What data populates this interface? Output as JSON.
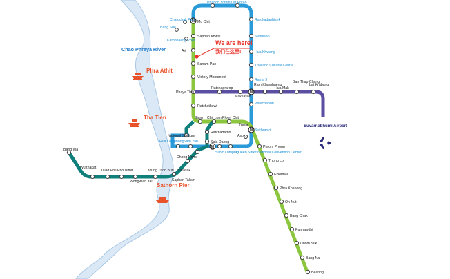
{
  "colors": {
    "sukhumvit_line": "#8bc63e",
    "silom_line": "#0f7f7b",
    "mrt_line": "#2a9ad9",
    "airport_link": "#5a4ea3",
    "river": "#dbe9f6",
    "river_edge": "#a9c8e6",
    "pier": "#e8532b",
    "highlight": "#e8342b"
  },
  "labels": {
    "we_are_here": "We are here!",
    "we_are_here_cn": "我们在这里!",
    "river": "Chao Phraya River",
    "pier_phra_athit": "Phra Athit",
    "pier_tha_tien": "Tha Tien",
    "pier_sathorn": "Sathorn Pier",
    "airport": "Suvarnabhumi Airport"
  },
  "interchange_markers": [
    "M",
    "M",
    "M",
    "M"
  ],
  "stations": {
    "mrt_top": [
      "Phahon Yothin",
      "Lat Phrao"
    ],
    "mrt_east": [
      "Ratchadaphisek",
      "Sutthisan",
      "Hua Khwang",
      "Thailand Cultural Centre",
      "Rama 9",
      "Phetchaburi",
      "Sukhumvit"
    ],
    "mrt_west": [
      "Chatuchak Park",
      "Bang Sue",
      "Kamphaeng Phet"
    ],
    "bts_north": [
      "Mo Chit",
      "Saphan Khwai",
      "Ari",
      "Sanam Pao",
      "Victory Monument",
      "Phaya Thai",
      "Ratchathewi"
    ],
    "siam_area": [
      "Siam",
      "Chit Lom",
      "Ploen Chit",
      "Nana",
      "Asok",
      "Ratchadamri",
      "National Stadium",
      "Sala Daeng"
    ],
    "silom": [
      "Hua Lamphong",
      "Sam Yan",
      "Chong Nonsi",
      "Surasak",
      "Saphan Taksin",
      "Krung Thon Buri",
      "Wongwian Yai",
      "Pho Nimit",
      "Talad Phlu",
      "Wutthakat",
      "Bang Wa"
    ],
    "mrt_south": [
      "Silom",
      "Lumphini",
      "Queen Sirikit National Convention Center"
    ],
    "sukhumvit_east": [
      "Phrom Phong",
      "Thong Lo",
      "Ekkamai",
      "Phra Khanong",
      "On Nut",
      "Bang Chak",
      "Punnawithi",
      "Udom Suk",
      "Bang Na",
      "Bearing"
    ],
    "airport_link": [
      "Ratchaprarop",
      "Makkasan",
      "Ram Khamhaeng",
      "Hua Mak",
      "Ban Thap Chang",
      "Lat Krabang"
    ]
  }
}
